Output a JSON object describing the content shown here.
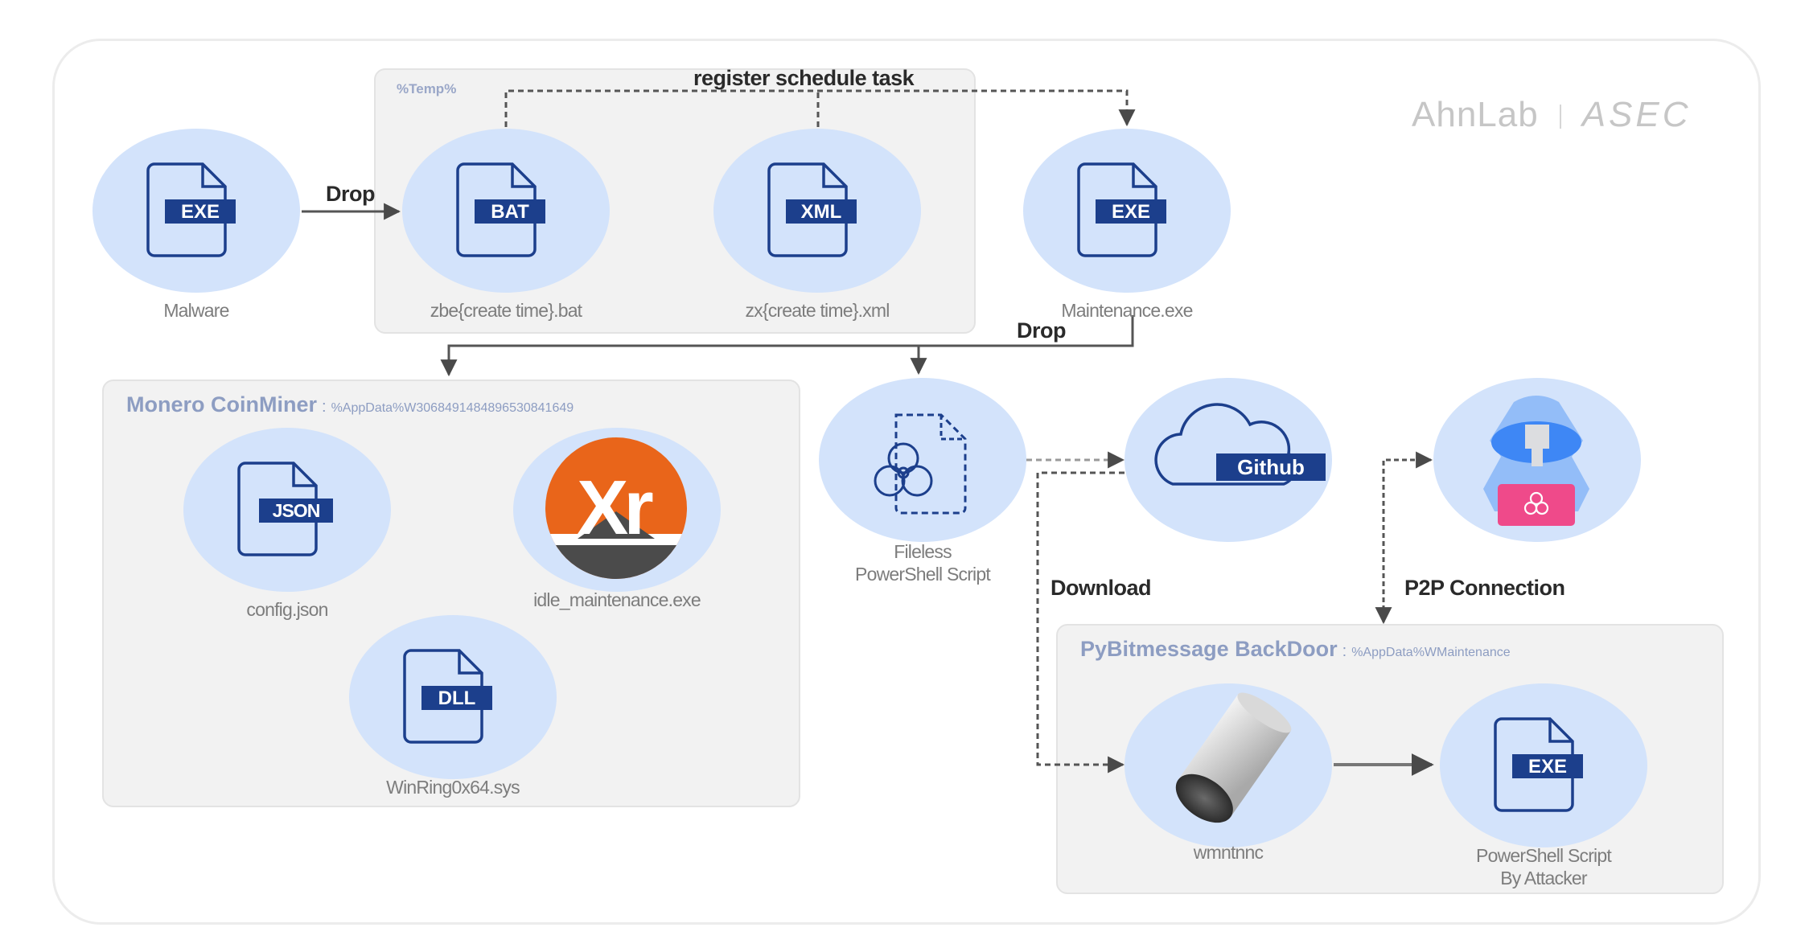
{
  "logo": {
    "brand": "AhnLab",
    "product": "ASEC"
  },
  "colors": {
    "node_fill": "#d3e3fb",
    "icon_stroke": "#1c3f8c",
    "badge_fill": "#1c3f8c",
    "group_fill": "#f2f2f2",
    "group_title": "#8d9dc2",
    "label_text": "#7d7d7d",
    "edge": "#555555",
    "xmrig_orange": "#e9651a",
    "hacker_pink": "#ef4a8a"
  },
  "groups": {
    "temp": {
      "title": "%Temp%"
    },
    "coinminer": {
      "title": "Monero CoinMiner",
      "separator": ":",
      "path": "%AppData%W3068491484896530841649"
    },
    "backdoor": {
      "title": "PyBitmessage BackDoor",
      "separator": ":",
      "path": "%AppData%WMaintenance"
    }
  },
  "nodes": {
    "malware": {
      "icon": "exe-file-icon",
      "badge": "EXE",
      "label": "Malware"
    },
    "bat": {
      "icon": "bat-file-icon",
      "badge": "BAT",
      "label": "zbe{create time}.bat"
    },
    "xml": {
      "icon": "xml-file-icon",
      "badge": "XML",
      "label": "zx{create time}.xml"
    },
    "maintenance": {
      "icon": "exe-file-icon",
      "badge": "EXE",
      "label": "Maintenance.exe"
    },
    "config": {
      "icon": "json-file-icon",
      "badge": "JSON",
      "label": "config.json"
    },
    "idle": {
      "icon": "xmrig-logo-icon",
      "badge": "Xr",
      "label": "idle_maintenance.exe"
    },
    "winring": {
      "icon": "dll-file-icon",
      "badge": "DLL",
      "label": "WinRing0x64.sys"
    },
    "fileless": {
      "icon": "biohazard-file-icon",
      "label_line1": "Fileless",
      "label_line2": "PowerShell Script"
    },
    "github": {
      "icon": "cloud-icon",
      "badge": "Github"
    },
    "attacker": {
      "icon": "hacker-icon"
    },
    "wmntnnc": {
      "icon": "cylinder-icon",
      "label": "wmntnnc"
    },
    "ps_attacker": {
      "icon": "exe-file-icon",
      "badge": "EXE",
      "label_line1": "PowerShell Script",
      "label_line2": "By Attacker"
    }
  },
  "edges": {
    "drop1": "Drop",
    "schedule": "register schedule task",
    "drop2": "Drop",
    "download": "Download",
    "p2p": "P2P Connection"
  }
}
